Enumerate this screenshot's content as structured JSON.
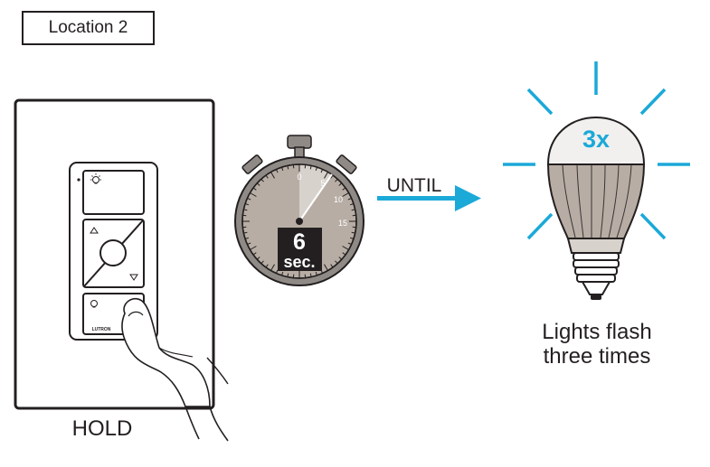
{
  "location_label": "Location 2",
  "switch": {
    "brand": "LUTRON",
    "action_label": "HOLD"
  },
  "timer": {
    "tick_labels": [
      "0",
      "5",
      "10",
      "15"
    ],
    "seconds_value": "6",
    "seconds_unit": "sec."
  },
  "arrow_label": "UNTIL",
  "bulb": {
    "flash_count": "3x",
    "caption_line1": "Lights flash",
    "caption_line2": "three times"
  },
  "colors": {
    "ink": "#231f20",
    "accent": "#1ba9d8",
    "dial_shade": "#b7ada4",
    "dial_face": "#d8d2cc",
    "metal": "#8f8a85",
    "bulb_glass": "#f1f0ee"
  }
}
